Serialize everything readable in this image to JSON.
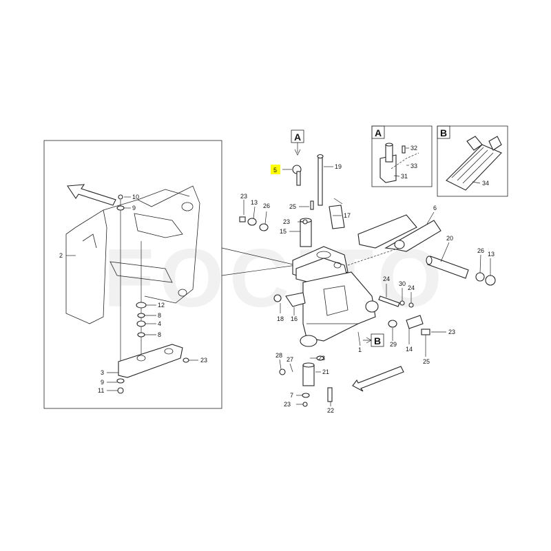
{
  "watermark": "FOCITO",
  "highlight_color": "#ffff00",
  "detail_refs": {
    "main_a": "A",
    "main_b": "B",
    "inset_a": "A",
    "inset_b": "B"
  },
  "parts_inset_left": [
    "10",
    "9",
    "2",
    "12",
    "8",
    "4",
    "8",
    "3",
    "9",
    "11",
    "23"
  ],
  "parts_main": [
    "5",
    "19",
    "23",
    "13",
    "26",
    "25",
    "17",
    "23",
    "15",
    "6",
    "20",
    "26",
    "13",
    "24",
    "30",
    "24",
    "18",
    "16",
    "23",
    "1",
    "29",
    "14",
    "25",
    "28",
    "27",
    "23",
    "21",
    "7",
    "23",
    "22"
  ],
  "parts_detail_a": [
    "32",
    "33",
    "31"
  ],
  "parts_detail_b": [
    "34"
  ]
}
